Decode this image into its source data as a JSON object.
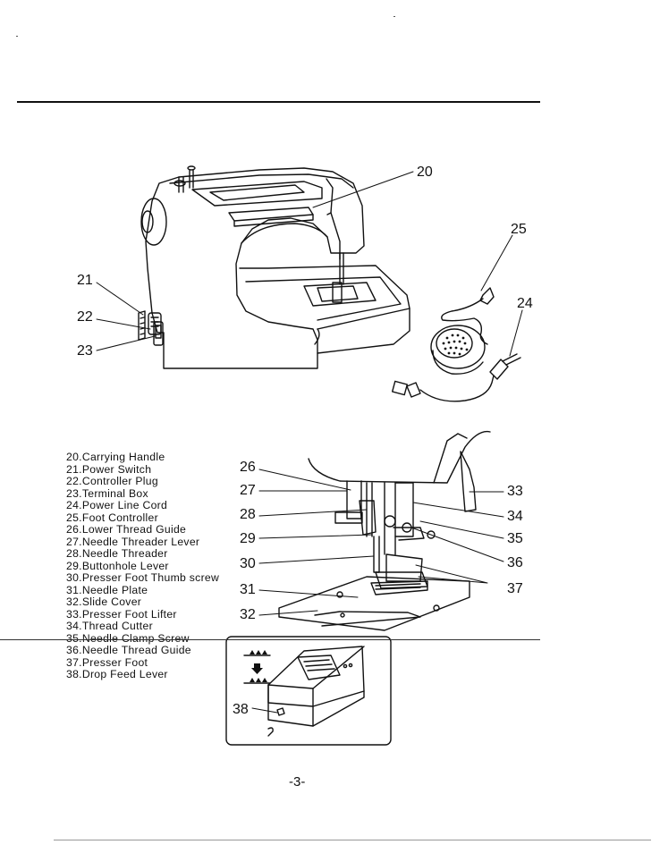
{
  "parts": [
    "20.Carrying Handle",
    "21.Power Switch",
    "22.Controller Plug",
    "23.Terminal Box",
    "24.Power Line Cord",
    "25.Foot Controller",
    "26.Lower Thread Guide",
    "27.Needle Threader Lever",
    "28.Needle Threader",
    "29.Buttonhole Lever",
    "30.Presser Foot Thumb screw",
    "31.Needle Plate",
    "32.Slide Cover",
    "33.Presser Foot Lifter",
    "34.Thread Cutter",
    "35.Needle Clamp Screw",
    "36.Needle Thread Guide",
    "37.Presser Foot",
    "38.Drop Feed Lever"
  ],
  "callouts": {
    "c20": "20",
    "c21": "21",
    "c22": "22",
    "c23": "23",
    "c24": "24",
    "c25": "25",
    "c26": "26",
    "c27": "27",
    "c28": "28",
    "c29": "29",
    "c30": "30",
    "c31": "31",
    "c32": "32",
    "c33": "33",
    "c34": "34",
    "c35": "35",
    "c36": "36",
    "c37": "37",
    "c38": "38"
  },
  "page_number": "-3-"
}
